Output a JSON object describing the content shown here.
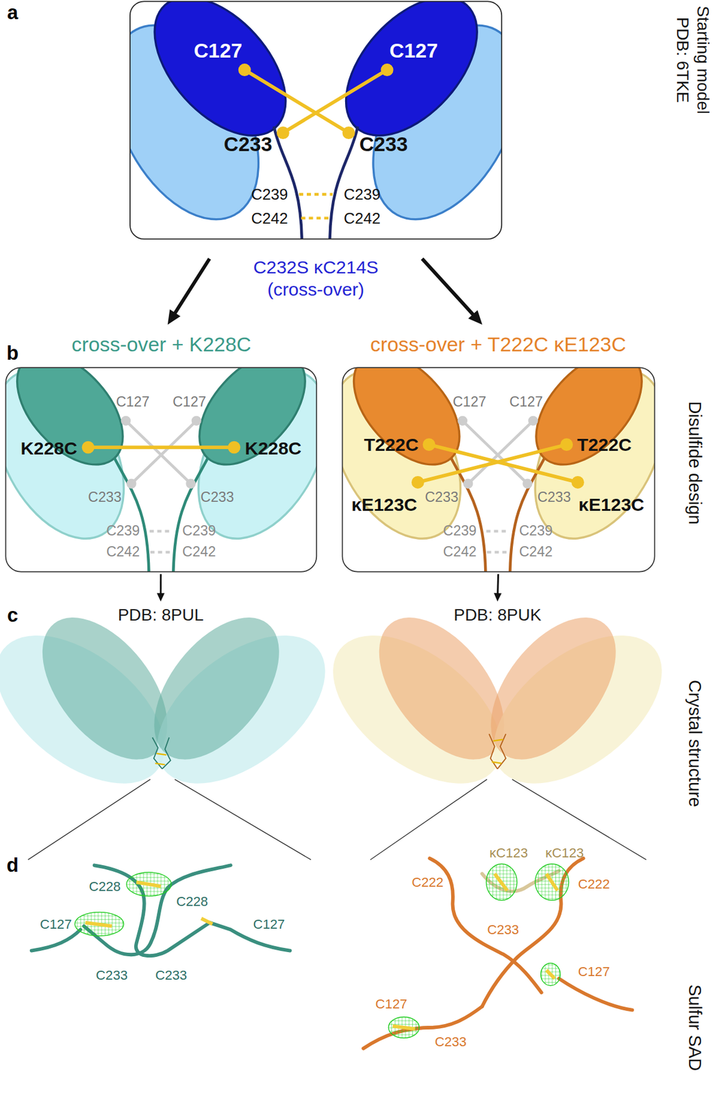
{
  "diagram": {
    "nodes": [
      {
        "text": [
          "C127",
          "C127",
          "C233",
          "C233",
          "C239",
          "C239",
          "C242",
          "C242"
        ]
      },
      {
        "text": [
          "cross-over + K228C",
          "C127",
          "C127",
          "K228C",
          "K228C",
          "C233",
          "C233",
          "C239",
          "C239",
          "C242",
          "C242"
        ]
      },
      {
        "text": [
          "cross-over + T222C κE123C",
          "C127",
          "C127",
          "T222C",
          "T222C",
          "C233",
          "C233",
          "κE123C",
          "κE123C",
          "C239",
          "C239",
          "C242",
          "C242"
        ]
      },
      {
        "text": [
          "PDB: 8PUL"
        ]
      },
      {
        "text": [
          "PDB: 8PUK"
        ]
      }
    ],
    "edges": [
      {
        "from": 0,
        "to": 1,
        "arrow": "to"
      },
      {
        "from": 0,
        "to": 2,
        "arrow": "to"
      },
      {
        "from": 1,
        "to": 3,
        "arrow": "to"
      },
      {
        "from": 2,
        "to": 4,
        "arrow": "to"
      }
    ],
    "labels": [
      "a",
      "Starting model",
      "PDB: 6TKE",
      "C232S κC214S (cross-over)",
      "b",
      "Disulfide design",
      "c",
      "Crystal structure",
      "d",
      "C228",
      "C228",
      "C127",
      "C127",
      "C233",
      "C233",
      "κC123",
      "κC123",
      "C222",
      "C222",
      "C233",
      "C127",
      "C127",
      "C233",
      "Sulfur SAD"
    ]
  }
}
